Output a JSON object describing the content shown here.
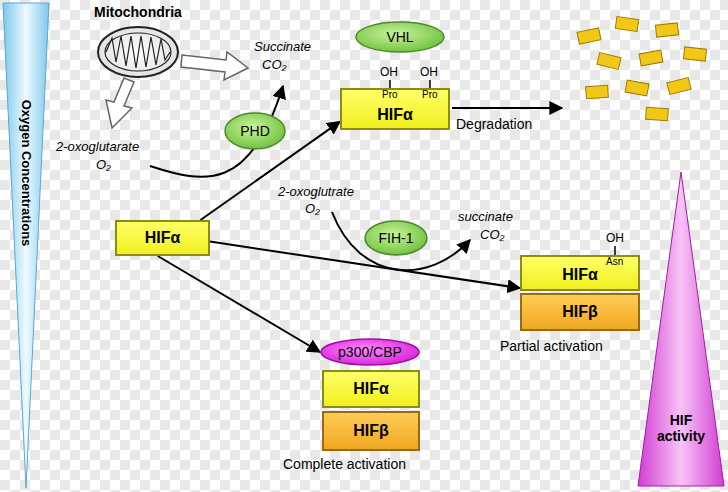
{
  "diagram": {
    "nodes": [
      {
        "text": [
          "Oxygen Concentrations"
        ]
      },
      {
        "text": [
          "VHL"
        ]
      },
      {
        "text": [
          "HIFα"
        ]
      },
      {
        "text": [
          "PHD"
        ]
      },
      {
        "text": [
          "HIFα"
        ]
      },
      {
        "text": [
          "FIH-1"
        ]
      },
      {
        "text": [
          "HIFα"
        ]
      },
      {
        "text": [
          "HIFβ"
        ]
      },
      {
        "text": [
          "p300/CBP"
        ]
      },
      {
        "text": [
          "HIFα"
        ]
      },
      {
        "text": [
          "HIFβ"
        ]
      },
      {
        "text": [
          "HIF activity"
        ]
      }
    ],
    "edges": [
      {
        "from": 4,
        "to": 2,
        "arrow": "to"
      },
      {
        "from": 4,
        "to": 6,
        "arrow": "to"
      },
      {
        "from": 4,
        "to": 8,
        "arrow": "to"
      }
    ],
    "labels": [
      "Mitochondria",
      "Succinate",
      "CO₂",
      "2-oxoglutarate",
      "O₂",
      "OH",
      "OH",
      "Pro",
      "Pro",
      "Degradation",
      "2-oxoglutrate",
      "O₂",
      "succinate",
      "CO₂",
      "OH",
      "Asn",
      "Partial activation",
      "Complete activation"
    ]
  }
}
